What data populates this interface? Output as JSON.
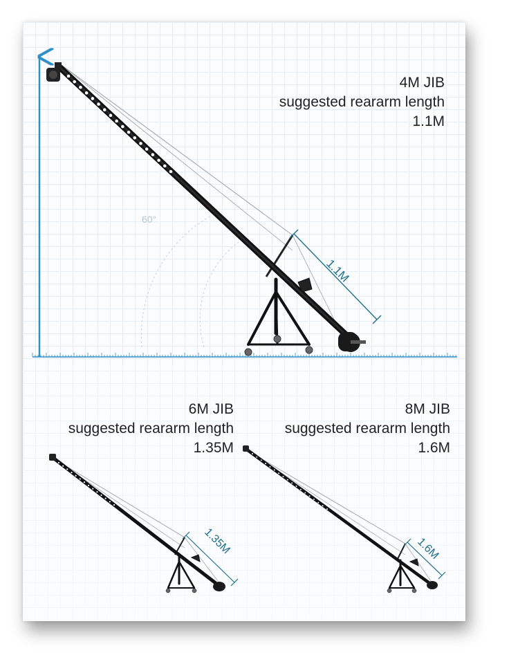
{
  "jibs": [
    {
      "id": "4m",
      "title": "4M JIB",
      "subtitle": "suggested reararm length",
      "value": "1.1M",
      "dimension_label": "1.1M",
      "angle_label": "60°"
    },
    {
      "id": "6m",
      "title": "6M JIB",
      "subtitle": "suggested reararm length",
      "value": "1.35M",
      "dimension_label": "1.35M"
    },
    {
      "id": "8m",
      "title": "8M JIB",
      "subtitle": "suggested reararm length",
      "value": "1.6M",
      "dimension_label": "1.6M"
    }
  ],
  "colors": {
    "axis": "#2f8fc6",
    "dimension": "#1e6f8e",
    "arm": "#111111",
    "grid": "#e6edf3",
    "angle_arc": "#c9d3da"
  }
}
